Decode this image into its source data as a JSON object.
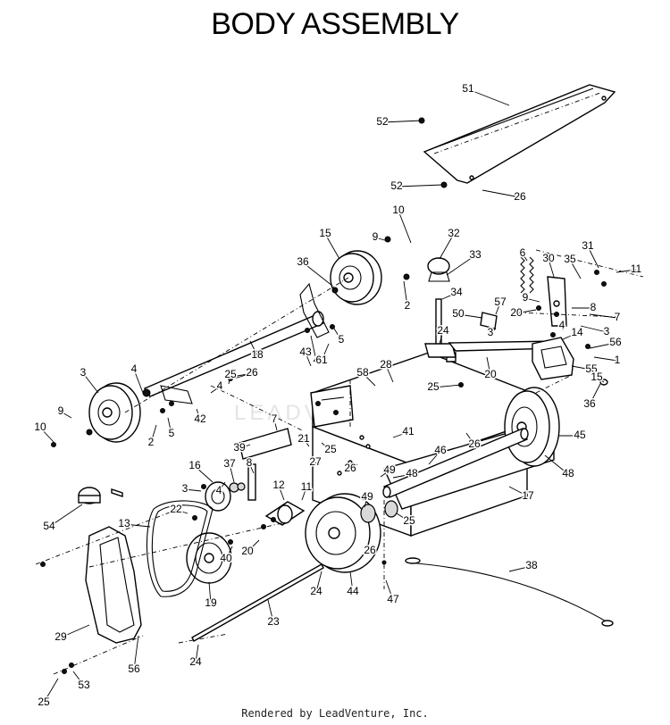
{
  "title": "BODY ASSEMBLY",
  "footer": "Rendered by LeadVenture, Inc.",
  "watermark": "LEADVENTURE",
  "callouts": [
    "51",
    "52",
    "52",
    "26",
    "10",
    "9",
    "15",
    "32",
    "33",
    "6",
    "30",
    "31",
    "35",
    "11",
    "36",
    "2",
    "34",
    "57",
    "9",
    "8",
    "20",
    "50",
    "24",
    "3",
    "5",
    "7",
    "3",
    "4",
    "4",
    "3",
    "18",
    "61",
    "26",
    "56",
    "14",
    "1",
    "20",
    "28",
    "58",
    "55",
    "15",
    "36",
    "3",
    "4",
    "43",
    "42",
    "25",
    "9",
    "4",
    "10",
    "2",
    "5",
    "7",
    "25",
    "45",
    "41",
    "26",
    "39",
    "21",
    "25",
    "46",
    "27",
    "26",
    "48",
    "16",
    "4",
    "37",
    "8",
    "49",
    "3",
    "12",
    "11",
    "48",
    "17",
    "49",
    "54",
    "22",
    "25",
    "13",
    "20",
    "26",
    "40",
    "44",
    "47",
    "38",
    "29",
    "19",
    "24",
    "23",
    "56",
    "24",
    "53",
    "25"
  ]
}
